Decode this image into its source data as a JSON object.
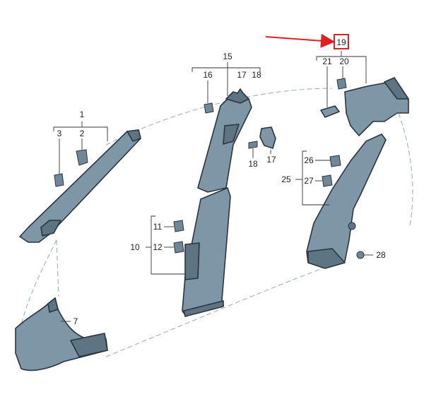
{
  "callouts": {
    "c1": "1",
    "c2": "2",
    "c3": "3",
    "c7": "7",
    "c10": "10",
    "c11": "11",
    "c12": "12",
    "c15": "15",
    "c16": "16",
    "c17a": "17",
    "c18a": "18",
    "c17b": "17",
    "c18b": "18",
    "c19": "19",
    "c20": "20",
    "c21": "21",
    "c25": "25",
    "c26": "26",
    "c27": "27",
    "c28": "28"
  },
  "colors": {
    "panel_fill": "#7e97a6",
    "panel_dark": "#5d7483",
    "outline": "#2b3440",
    "highlight_box": "#e02020",
    "arrow": "#e02020"
  }
}
